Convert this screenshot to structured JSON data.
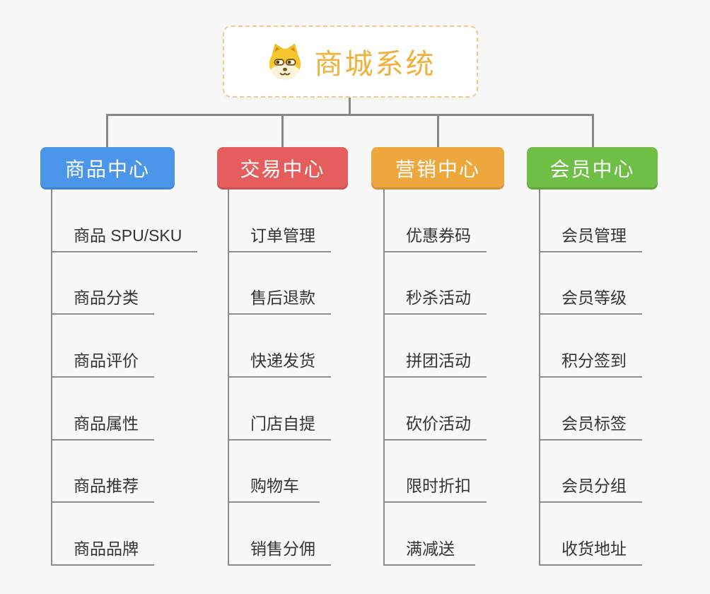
{
  "page": {
    "background": "#f8f8f8",
    "connector_color": "#878787"
  },
  "root": {
    "label": "商城系统",
    "icon": "shiba-dog-icon",
    "text_color": "#f0b13a",
    "border_color": "#f6c988"
  },
  "branches": [
    {
      "id": "product-center",
      "label": "商品中心",
      "color": "#4b96e8",
      "children": [
        "商品 SPU/SKU",
        "商品分类",
        "商品评价",
        "商品属性",
        "商品推荐",
        "商品品牌"
      ]
    },
    {
      "id": "trade-center",
      "label": "交易中心",
      "color": "#e65d5d",
      "children": [
        "订单管理",
        "售后退款",
        "快递发货",
        "门店自提",
        "购物车",
        "销售分佣"
      ]
    },
    {
      "id": "marketing-center",
      "label": "营销中心",
      "color": "#eda73c",
      "children": [
        "优惠券码",
        "秒杀活动",
        "拼团活动",
        "砍价活动",
        "限时折扣",
        "满减送"
      ]
    },
    {
      "id": "member-center",
      "label": "会员中心",
      "color": "#6fbe45",
      "children": [
        "会员管理",
        "会员等级",
        "积分签到",
        "会员标签",
        "会员分组",
        "收货地址"
      ]
    }
  ]
}
